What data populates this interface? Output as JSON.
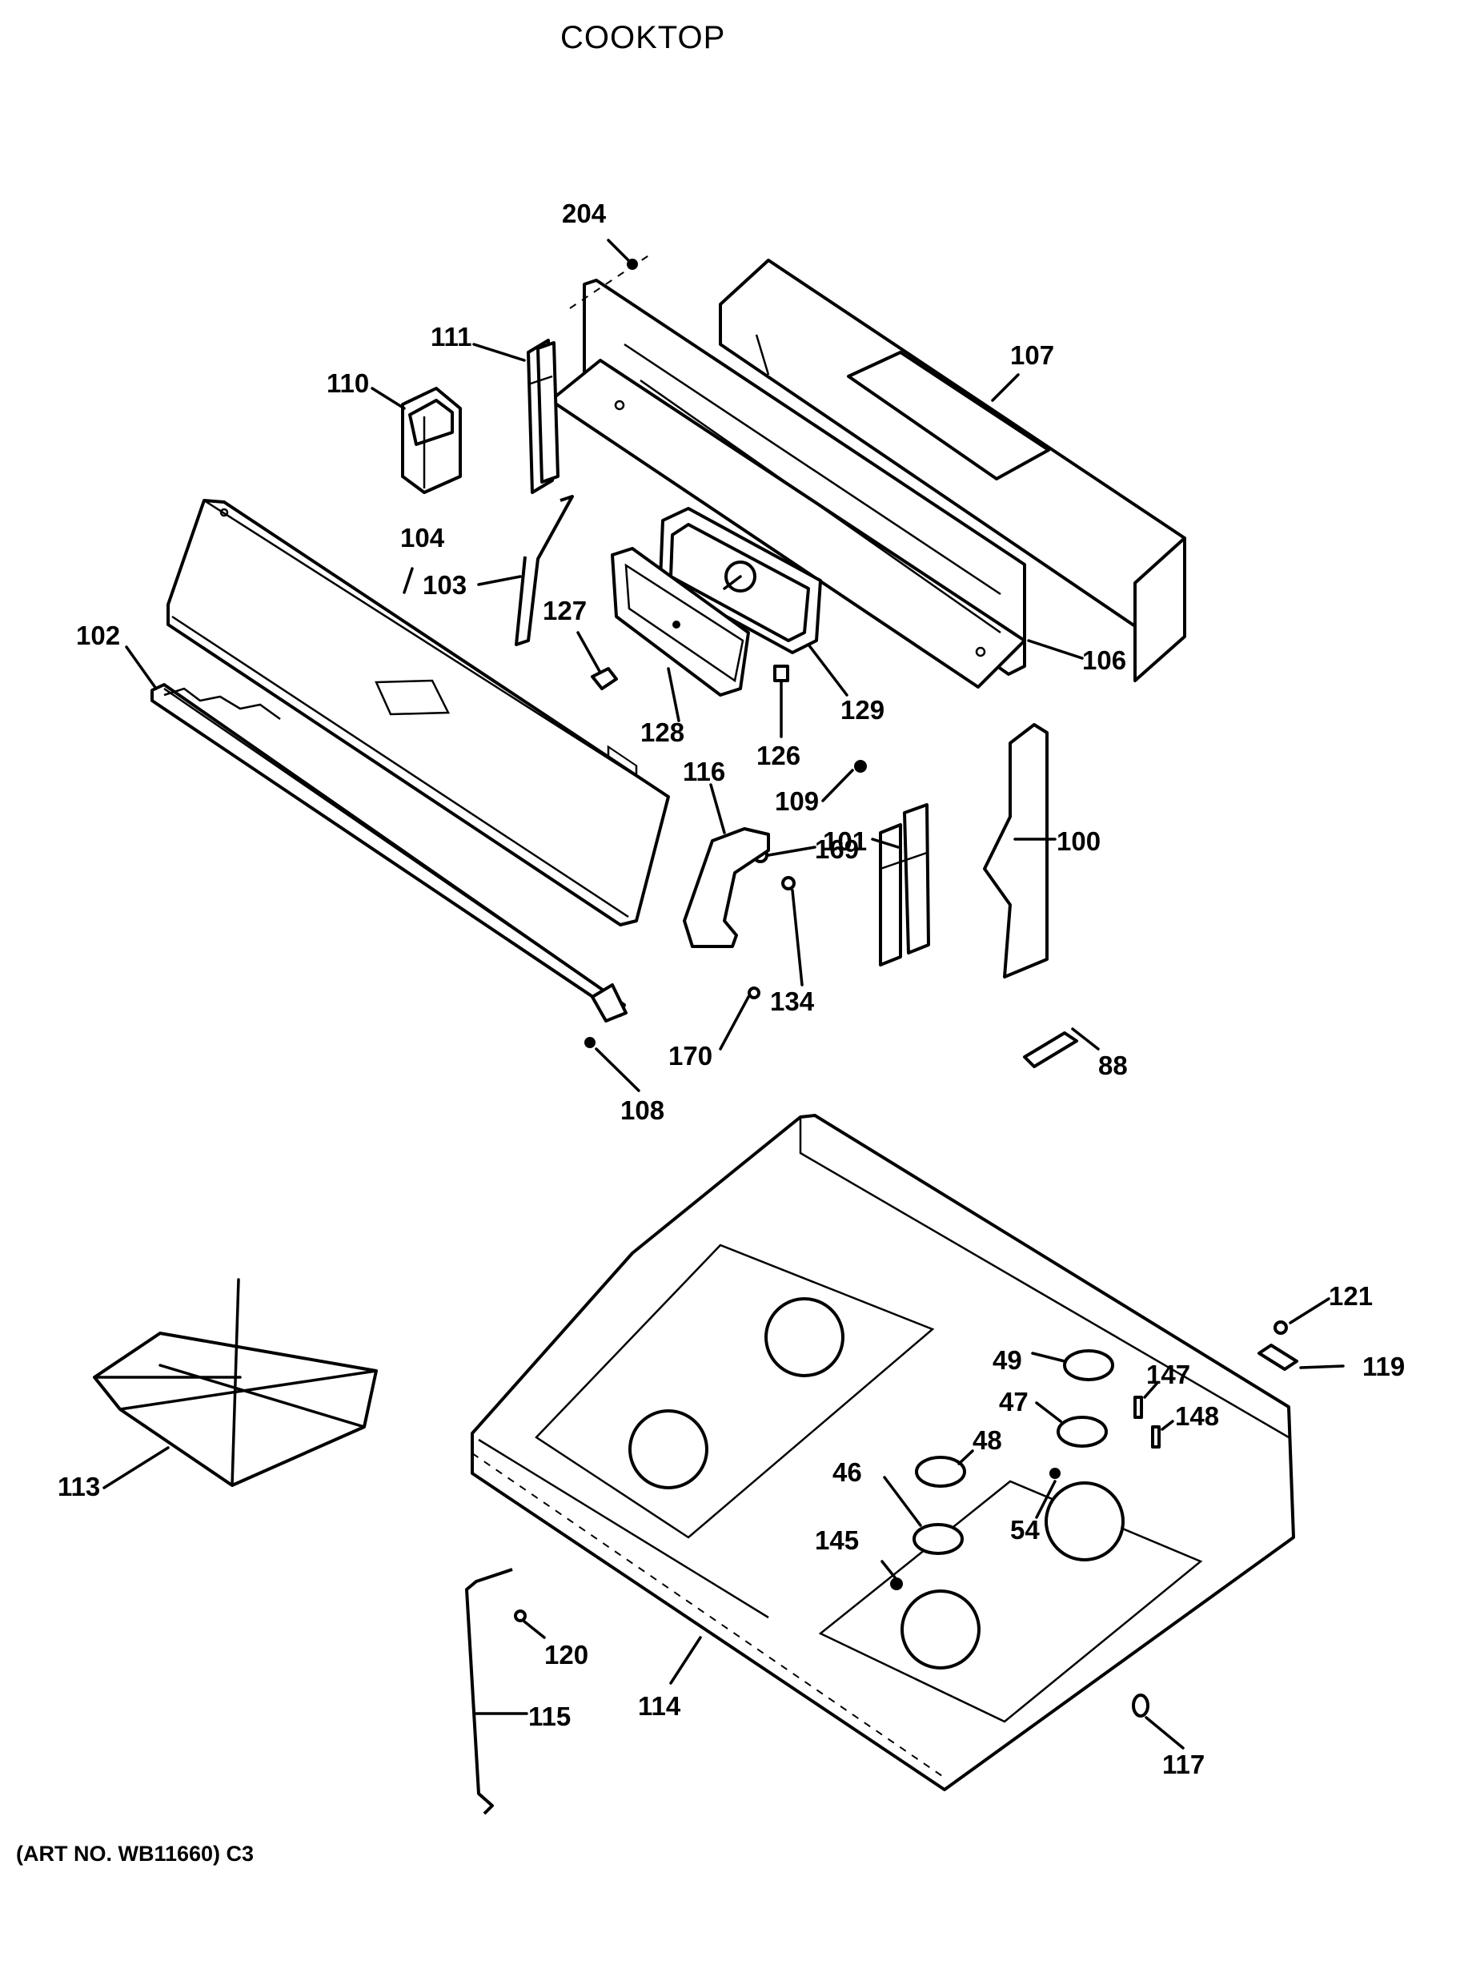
{
  "title": "COOKTOP",
  "art_number": "(ART NO. WB11660) C3",
  "callouts": [
    "204",
    "107",
    "111",
    "110",
    "104",
    "103",
    "127",
    "128",
    "129",
    "126",
    "106",
    "102",
    "116",
    "109",
    "101",
    "100",
    "169",
    "134",
    "170",
    "108",
    "88",
    "121",
    "49",
    "119",
    "147",
    "47",
    "148",
    "48",
    "46",
    "54",
    "145",
    "113",
    "120",
    "115",
    "114",
    "117"
  ]
}
